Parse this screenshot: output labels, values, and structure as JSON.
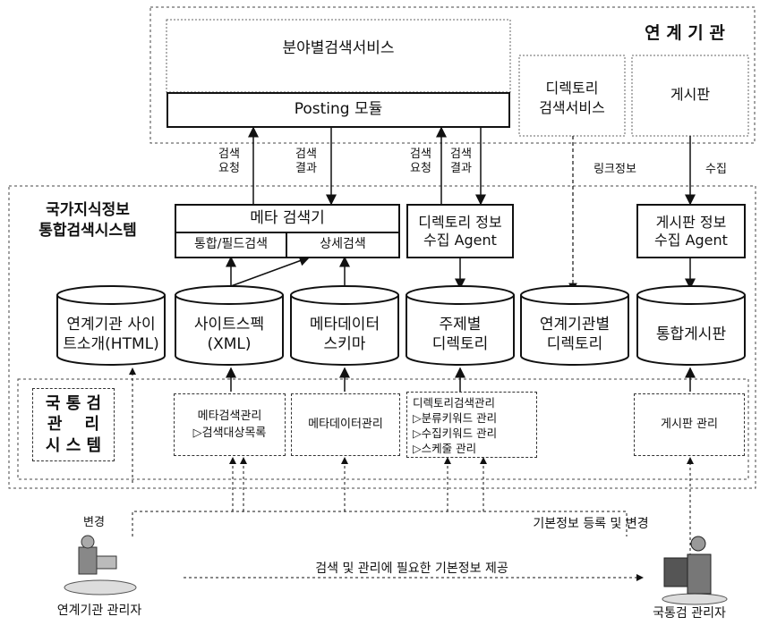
{
  "agency": {
    "title": "연 계 기 관",
    "search_service": "분야별검색서비스",
    "posting_module": "Posting 모듈",
    "directory_service": "디렉토리\n검색서비스",
    "board": "게시판"
  },
  "edge_labels": {
    "search_request_1": "검색\n요청",
    "search_result_1": "검색\n결과",
    "search_request_2": "검색\n요청",
    "search_result_2": "검색\n결과",
    "link_info": "링크정보",
    "collect": "수집"
  },
  "system": {
    "title": "국가지식정보\n통합검색시스템",
    "meta_search": "메타 검색기",
    "integrated_search": "통합/필드검색",
    "detail_search": "상세검색",
    "dir_agent": "디렉토리 정보\n수집 Agent",
    "board_agent": "게시판 정보\n수집 Agent"
  },
  "databases": [
    "연계기관 사이\n트소개(HTML)",
    "사이트스펙\n(XML)",
    "메타데이터\n스키마",
    "주제별\n디렉토리",
    "연계기관별\n디렉토리",
    "통합게시판"
  ],
  "mgmt": {
    "title": "국 통 검\n관    리\n시 스 템",
    "meta_mgmt": "메타검색관리\n▷검색대상목록",
    "metadata_mgmt": "메타데이터관리",
    "dir_mgmt": "디렉토리검색관리\n▷분류키워드 관리\n▷수집키워드 관리\n▷스케줄 관리",
    "board_mgmt": "게시판 관리"
  },
  "actors": {
    "change": "변경",
    "agency_admin": "연계기관 관리자",
    "basic_info": "기본정보 등록 및 변경",
    "provide": "검색 및 관리에 필요한 기본정보 제공",
    "central_admin": "국통검 관리자"
  }
}
